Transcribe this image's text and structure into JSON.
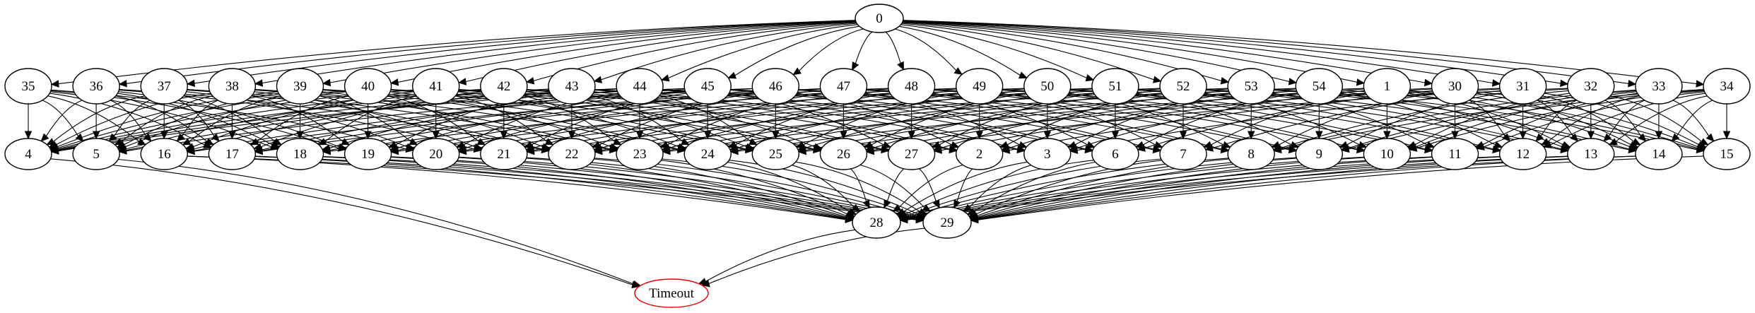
{
  "colors": {
    "edge": "#000000",
    "node_border": "#000000",
    "timeout_border": "#ee0000",
    "background": "#ffffff"
  },
  "nodes": [
    {
      "id": "0",
      "label": "0"
    },
    {
      "id": "35",
      "label": "35"
    },
    {
      "id": "36",
      "label": "36"
    },
    {
      "id": "37",
      "label": "37"
    },
    {
      "id": "38",
      "label": "38"
    },
    {
      "id": "39",
      "label": "39"
    },
    {
      "id": "40",
      "label": "40"
    },
    {
      "id": "41",
      "label": "41"
    },
    {
      "id": "42",
      "label": "42"
    },
    {
      "id": "43",
      "label": "43"
    },
    {
      "id": "44",
      "label": "44"
    },
    {
      "id": "45",
      "label": "45"
    },
    {
      "id": "46",
      "label": "46"
    },
    {
      "id": "47",
      "label": "47"
    },
    {
      "id": "48",
      "label": "48"
    },
    {
      "id": "49",
      "label": "49"
    },
    {
      "id": "50",
      "label": "50"
    },
    {
      "id": "51",
      "label": "51"
    },
    {
      "id": "52",
      "label": "52"
    },
    {
      "id": "53",
      "label": "53"
    },
    {
      "id": "54",
      "label": "54"
    },
    {
      "id": "1",
      "label": "1"
    },
    {
      "id": "30",
      "label": "30"
    },
    {
      "id": "31",
      "label": "31"
    },
    {
      "id": "32",
      "label": "32"
    },
    {
      "id": "33",
      "label": "33"
    },
    {
      "id": "34",
      "label": "34"
    },
    {
      "id": "4",
      "label": "4"
    },
    {
      "id": "5",
      "label": "5"
    },
    {
      "id": "16",
      "label": "16"
    },
    {
      "id": "17",
      "label": "17"
    },
    {
      "id": "18",
      "label": "18"
    },
    {
      "id": "19",
      "label": "19"
    },
    {
      "id": "20",
      "label": "20"
    },
    {
      "id": "21",
      "label": "21"
    },
    {
      "id": "22",
      "label": "22"
    },
    {
      "id": "23",
      "label": "23"
    },
    {
      "id": "24",
      "label": "24"
    },
    {
      "id": "25",
      "label": "25"
    },
    {
      "id": "26",
      "label": "26"
    },
    {
      "id": "27",
      "label": "27"
    },
    {
      "id": "2",
      "label": "2"
    },
    {
      "id": "3",
      "label": "3"
    },
    {
      "id": "6",
      "label": "6"
    },
    {
      "id": "7",
      "label": "7"
    },
    {
      "id": "8",
      "label": "8"
    },
    {
      "id": "9",
      "label": "9"
    },
    {
      "id": "10",
      "label": "10"
    },
    {
      "id": "11",
      "label": "11"
    },
    {
      "id": "12",
      "label": "12"
    },
    {
      "id": "13",
      "label": "13"
    },
    {
      "id": "14",
      "label": "14"
    },
    {
      "id": "15",
      "label": "15"
    },
    {
      "id": "28",
      "label": "28"
    },
    {
      "id": "29",
      "label": "29"
    },
    {
      "id": "Timeout",
      "label": "Timeout",
      "style": "timeout"
    }
  ],
  "edges": [
    [
      "0",
      "35"
    ],
    [
      "0",
      "36"
    ],
    [
      "0",
      "37"
    ],
    [
      "0",
      "38"
    ],
    [
      "0",
      "39"
    ],
    [
      "0",
      "40"
    ],
    [
      "0",
      "41"
    ],
    [
      "0",
      "42"
    ],
    [
      "0",
      "43"
    ],
    [
      "0",
      "44"
    ],
    [
      "0",
      "45"
    ],
    [
      "0",
      "46"
    ],
    [
      "0",
      "47"
    ],
    [
      "0",
      "48"
    ],
    [
      "0",
      "49"
    ],
    [
      "0",
      "50"
    ],
    [
      "0",
      "51"
    ],
    [
      "0",
      "52"
    ],
    [
      "0",
      "53"
    ],
    [
      "0",
      "54"
    ],
    [
      "0",
      "1"
    ],
    [
      "0",
      "30"
    ],
    [
      "0",
      "31"
    ],
    [
      "0",
      "32"
    ],
    [
      "0",
      "33"
    ],
    [
      "0",
      "34"
    ],
    [
      "35",
      "4"
    ],
    [
      "35",
      "5"
    ],
    [
      "35",
      "16"
    ],
    [
      "35",
      "17"
    ],
    [
      "35",
      "18"
    ],
    [
      "35",
      "19"
    ],
    [
      "35",
      "20"
    ],
    [
      "36",
      "4"
    ],
    [
      "36",
      "5"
    ],
    [
      "36",
      "16"
    ],
    [
      "36",
      "17"
    ],
    [
      "36",
      "18"
    ],
    [
      "36",
      "19"
    ],
    [
      "36",
      "21"
    ],
    [
      "36",
      "22"
    ],
    [
      "37",
      "4"
    ],
    [
      "37",
      "5"
    ],
    [
      "37",
      "16"
    ],
    [
      "37",
      "17"
    ],
    [
      "37",
      "18"
    ],
    [
      "37",
      "20"
    ],
    [
      "37",
      "22"
    ],
    [
      "37",
      "23"
    ],
    [
      "38",
      "4"
    ],
    [
      "38",
      "5"
    ],
    [
      "38",
      "16"
    ],
    [
      "38",
      "17"
    ],
    [
      "38",
      "19"
    ],
    [
      "38",
      "21"
    ],
    [
      "38",
      "23"
    ],
    [
      "38",
      "24"
    ],
    [
      "39",
      "4"
    ],
    [
      "39",
      "5"
    ],
    [
      "39",
      "16"
    ],
    [
      "39",
      "18"
    ],
    [
      "39",
      "20"
    ],
    [
      "39",
      "22"
    ],
    [
      "39",
      "24"
    ],
    [
      "39",
      "25"
    ],
    [
      "40",
      "4"
    ],
    [
      "40",
      "5"
    ],
    [
      "40",
      "17"
    ],
    [
      "40",
      "19"
    ],
    [
      "40",
      "21"
    ],
    [
      "40",
      "23"
    ],
    [
      "40",
      "25"
    ],
    [
      "40",
      "26"
    ],
    [
      "41",
      "4"
    ],
    [
      "41",
      "16"
    ],
    [
      "41",
      "18"
    ],
    [
      "41",
      "20"
    ],
    [
      "41",
      "22"
    ],
    [
      "41",
      "24"
    ],
    [
      "41",
      "26"
    ],
    [
      "41",
      "27"
    ],
    [
      "42",
      "4"
    ],
    [
      "42",
      "5"
    ],
    [
      "42",
      "17"
    ],
    [
      "42",
      "21"
    ],
    [
      "42",
      "23"
    ],
    [
      "42",
      "25"
    ],
    [
      "42",
      "27"
    ],
    [
      "42",
      "2"
    ],
    [
      "43",
      "4"
    ],
    [
      "43",
      "16"
    ],
    [
      "43",
      "19"
    ],
    [
      "43",
      "22"
    ],
    [
      "43",
      "24"
    ],
    [
      "43",
      "26"
    ],
    [
      "43",
      "2"
    ],
    [
      "43",
      "3"
    ],
    [
      "44",
      "4"
    ],
    [
      "44",
      "5"
    ],
    [
      "44",
      "18"
    ],
    [
      "44",
      "20"
    ],
    [
      "44",
      "23"
    ],
    [
      "44",
      "25"
    ],
    [
      "44",
      "3"
    ],
    [
      "44",
      "6"
    ],
    [
      "45",
      "4"
    ],
    [
      "45",
      "17"
    ],
    [
      "45",
      "19"
    ],
    [
      "45",
      "21"
    ],
    [
      "45",
      "24"
    ],
    [
      "45",
      "27"
    ],
    [
      "45",
      "6"
    ],
    [
      "45",
      "7"
    ],
    [
      "46",
      "5"
    ],
    [
      "46",
      "16"
    ],
    [
      "46",
      "20"
    ],
    [
      "46",
      "22"
    ],
    [
      "46",
      "25"
    ],
    [
      "46",
      "2"
    ],
    [
      "46",
      "7"
    ],
    [
      "46",
      "8"
    ],
    [
      "47",
      "17"
    ],
    [
      "47",
      "18"
    ],
    [
      "47",
      "21"
    ],
    [
      "47",
      "23"
    ],
    [
      "47",
      "26"
    ],
    [
      "47",
      "3"
    ],
    [
      "47",
      "8"
    ],
    [
      "47",
      "9"
    ],
    [
      "48",
      "16"
    ],
    [
      "48",
      "19"
    ],
    [
      "48",
      "22"
    ],
    [
      "48",
      "24"
    ],
    [
      "48",
      "27"
    ],
    [
      "48",
      "6"
    ],
    [
      "48",
      "9"
    ],
    [
      "48",
      "10"
    ],
    [
      "49",
      "17"
    ],
    [
      "49",
      "20"
    ],
    [
      "49",
      "23"
    ],
    [
      "49",
      "25"
    ],
    [
      "49",
      "2"
    ],
    [
      "49",
      "7"
    ],
    [
      "49",
      "10"
    ],
    [
      "49",
      "11"
    ],
    [
      "50",
      "18"
    ],
    [
      "50",
      "21"
    ],
    [
      "50",
      "24"
    ],
    [
      "50",
      "26"
    ],
    [
      "50",
      "3"
    ],
    [
      "50",
      "8"
    ],
    [
      "50",
      "11"
    ],
    [
      "50",
      "12"
    ],
    [
      "51",
      "19"
    ],
    [
      "51",
      "22"
    ],
    [
      "51",
      "25"
    ],
    [
      "51",
      "27"
    ],
    [
      "51",
      "6"
    ],
    [
      "51",
      "9"
    ],
    [
      "51",
      "12"
    ],
    [
      "51",
      "13"
    ],
    [
      "52",
      "20"
    ],
    [
      "52",
      "23"
    ],
    [
      "52",
      "26"
    ],
    [
      "52",
      "2"
    ],
    [
      "52",
      "7"
    ],
    [
      "52",
      "10"
    ],
    [
      "52",
      "13"
    ],
    [
      "52",
      "14"
    ],
    [
      "53",
      "21"
    ],
    [
      "53",
      "24"
    ],
    [
      "53",
      "27"
    ],
    [
      "53",
      "3"
    ],
    [
      "53",
      "8"
    ],
    [
      "53",
      "11"
    ],
    [
      "53",
      "14"
    ],
    [
      "53",
      "15"
    ],
    [
      "54",
      "22"
    ],
    [
      "54",
      "25"
    ],
    [
      "54",
      "2"
    ],
    [
      "54",
      "6"
    ],
    [
      "54",
      "9"
    ],
    [
      "54",
      "12"
    ],
    [
      "54",
      "15"
    ],
    [
      "54",
      "13"
    ],
    [
      "1",
      "23"
    ],
    [
      "1",
      "26"
    ],
    [
      "1",
      "3"
    ],
    [
      "1",
      "7"
    ],
    [
      "1",
      "10"
    ],
    [
      "1",
      "13"
    ],
    [
      "1",
      "15"
    ],
    [
      "1",
      "14"
    ],
    [
      "30",
      "24"
    ],
    [
      "30",
      "27"
    ],
    [
      "30",
      "6"
    ],
    [
      "30",
      "8"
    ],
    [
      "30",
      "11"
    ],
    [
      "30",
      "14"
    ],
    [
      "30",
      "15"
    ],
    [
      "30",
      "12"
    ],
    [
      "31",
      "25"
    ],
    [
      "31",
      "2"
    ],
    [
      "31",
      "7"
    ],
    [
      "31",
      "9"
    ],
    [
      "31",
      "12"
    ],
    [
      "31",
      "15"
    ],
    [
      "31",
      "14"
    ],
    [
      "31",
      "13"
    ],
    [
      "32",
      "26"
    ],
    [
      "32",
      "3"
    ],
    [
      "32",
      "8"
    ],
    [
      "32",
      "10"
    ],
    [
      "32",
      "13"
    ],
    [
      "32",
      "15"
    ],
    [
      "32",
      "14"
    ],
    [
      "32",
      "12"
    ],
    [
      "33",
      "8"
    ],
    [
      "33",
      "9"
    ],
    [
      "33",
      "10"
    ],
    [
      "33",
      "11"
    ],
    [
      "33",
      "12"
    ],
    [
      "33",
      "13"
    ],
    [
      "33",
      "14"
    ],
    [
      "33",
      "15"
    ],
    [
      "34",
      "8"
    ],
    [
      "34",
      "9"
    ],
    [
      "34",
      "10"
    ],
    [
      "34",
      "11"
    ],
    [
      "34",
      "12"
    ],
    [
      "34",
      "13"
    ],
    [
      "34",
      "14"
    ],
    [
      "34",
      "15"
    ],
    [
      "16",
      "28"
    ],
    [
      "17",
      "28"
    ],
    [
      "18",
      "28"
    ],
    [
      "19",
      "28"
    ],
    [
      "20",
      "28"
    ],
    [
      "21",
      "28"
    ],
    [
      "22",
      "28"
    ],
    [
      "23",
      "28"
    ],
    [
      "24",
      "28"
    ],
    [
      "25",
      "28"
    ],
    [
      "26",
      "28"
    ],
    [
      "27",
      "28"
    ],
    [
      "2",
      "28"
    ],
    [
      "3",
      "28"
    ],
    [
      "6",
      "28"
    ],
    [
      "7",
      "28"
    ],
    [
      "8",
      "28"
    ],
    [
      "9",
      "28"
    ],
    [
      "10",
      "28"
    ],
    [
      "11",
      "28"
    ],
    [
      "12",
      "28"
    ],
    [
      "13",
      "28"
    ],
    [
      "14",
      "28"
    ],
    [
      "16",
      "29"
    ],
    [
      "17",
      "29"
    ],
    [
      "18",
      "29"
    ],
    [
      "19",
      "29"
    ],
    [
      "20",
      "29"
    ],
    [
      "21",
      "29"
    ],
    [
      "22",
      "29"
    ],
    [
      "23",
      "29"
    ],
    [
      "24",
      "29"
    ],
    [
      "25",
      "29"
    ],
    [
      "26",
      "29"
    ],
    [
      "27",
      "29"
    ],
    [
      "2",
      "29"
    ],
    [
      "3",
      "29"
    ],
    [
      "6",
      "29"
    ],
    [
      "7",
      "29"
    ],
    [
      "8",
      "29"
    ],
    [
      "9",
      "29"
    ],
    [
      "10",
      "29"
    ],
    [
      "11",
      "29"
    ],
    [
      "12",
      "29"
    ],
    [
      "13",
      "29"
    ],
    [
      "14",
      "29"
    ],
    [
      "15",
      "29"
    ],
    [
      "4",
      "Timeout"
    ],
    [
      "5",
      "Timeout"
    ],
    [
      "28",
      "Timeout"
    ],
    [
      "29",
      "Timeout"
    ]
  ]
}
